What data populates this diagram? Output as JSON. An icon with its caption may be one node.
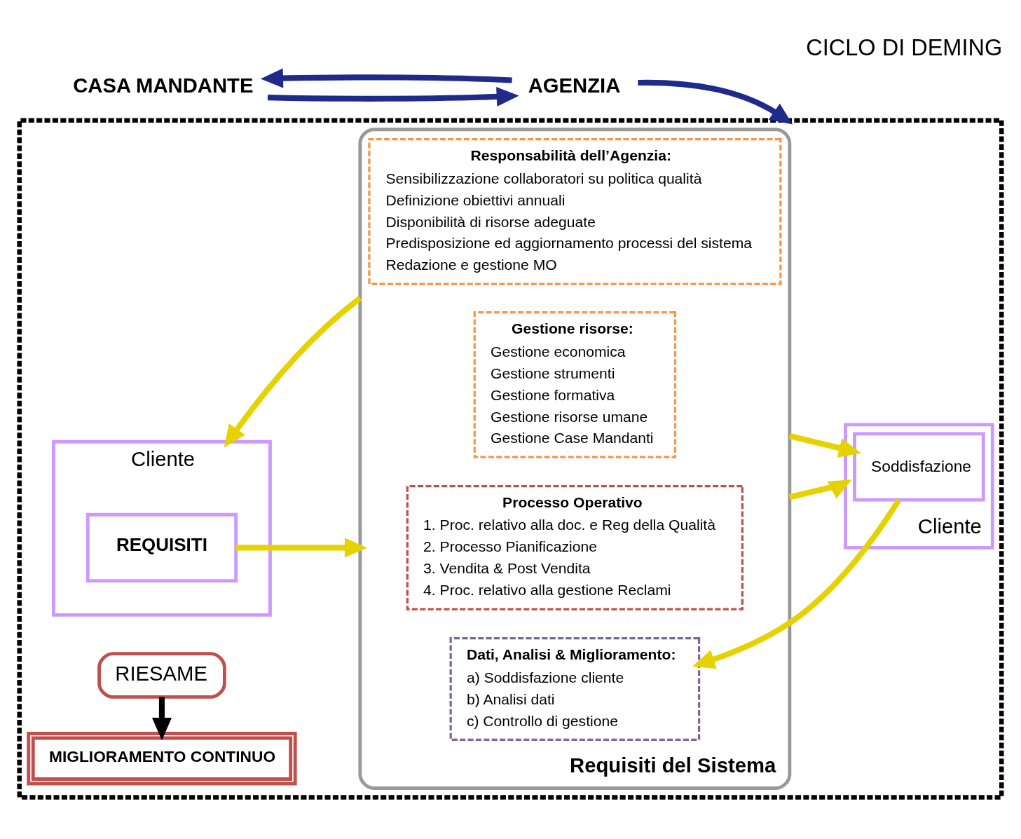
{
  "diagram": {
    "title": "CICLO DI DEMING",
    "nodes": [
      {
        "text": [
          "CASA MANDANTE"
        ]
      },
      {
        "text": [
          "AGENZIA"
        ]
      },
      {
        "text": [],
        "shape": "box"
      },
      {
        "text": [
          "MIGLIORAMENTO CONTINUO"
        ],
        "in": 2
      },
      {
        "text": [
          "Cliente"
        ],
        "in": 2
      },
      {
        "text": [
          "REQUISITI"
        ],
        "in": 4
      },
      {
        "text": [
          "Requisiti del Sistema"
        ],
        "in": 2
      },
      {
        "text": [
          "RIESAME"
        ],
        "in": 2
      },
      {
        "text": [
          "Responsabilità dell’Agenzia:",
          "Sensibilizzazione collaboratori su politica qualità",
          "Definizione obiettivi annuali",
          "Disponibilità di risorse adeguate",
          "Predisposizione ed aggiornamento processi del sistema",
          "Redazione e gestione MO"
        ],
        "in": 6
      },
      {
        "text": [
          "Cliente"
        ],
        "in": 2
      },
      {
        "text": [
          "Soddisfazione"
        ],
        "in": 9
      },
      {
        "text": [
          "Gestione risorse:",
          "Gestione economica",
          "Gestione strumenti",
          "Gestione formativa",
          "Gestione risorse umane",
          "Gestione Case Mandanti"
        ],
        "in": 6
      },
      {
        "text": [
          "Dati, Analisi & Miglioramento:",
          "a) Soddisfazione cliente",
          "b) Analisi dati",
          "c) Controllo di gestione"
        ],
        "in": 6
      },
      {
        "text": [
          "Processo Operativo",
          "1. Proc. relativo alla doc. e Reg della Qualità",
          "2. Processo Pianificazione",
          "3. Vendita & Post Vendita",
          "4. Proc. relativo alla gestione Reclami"
        ],
        "in": 6
      }
    ],
    "edges": [
      {
        "from": 0,
        "to": 1,
        "arrow": "to",
        "color": "#1f2a8a"
      },
      {
        "from": 1,
        "to": 0,
        "arrow": "to",
        "color": "#1f2a8a"
      },
      {
        "from": 1,
        "to": 2,
        "arrow": "to",
        "color": "#1f2a8a"
      },
      {
        "from": 7,
        "to": 3,
        "arrow": "to",
        "color": "#000000"
      },
      {
        "from": 6,
        "to": 4,
        "arrow": "to"
      },
      {
        "from": 5,
        "to": 6,
        "arrow": "to"
      },
      {
        "from": 6,
        "to": 10,
        "arrow": "to"
      },
      {
        "from": 10,
        "to": 12,
        "arrow": "to"
      },
      {
        "from": 6,
        "to": 9,
        "arrow": "to"
      }
    ]
  }
}
